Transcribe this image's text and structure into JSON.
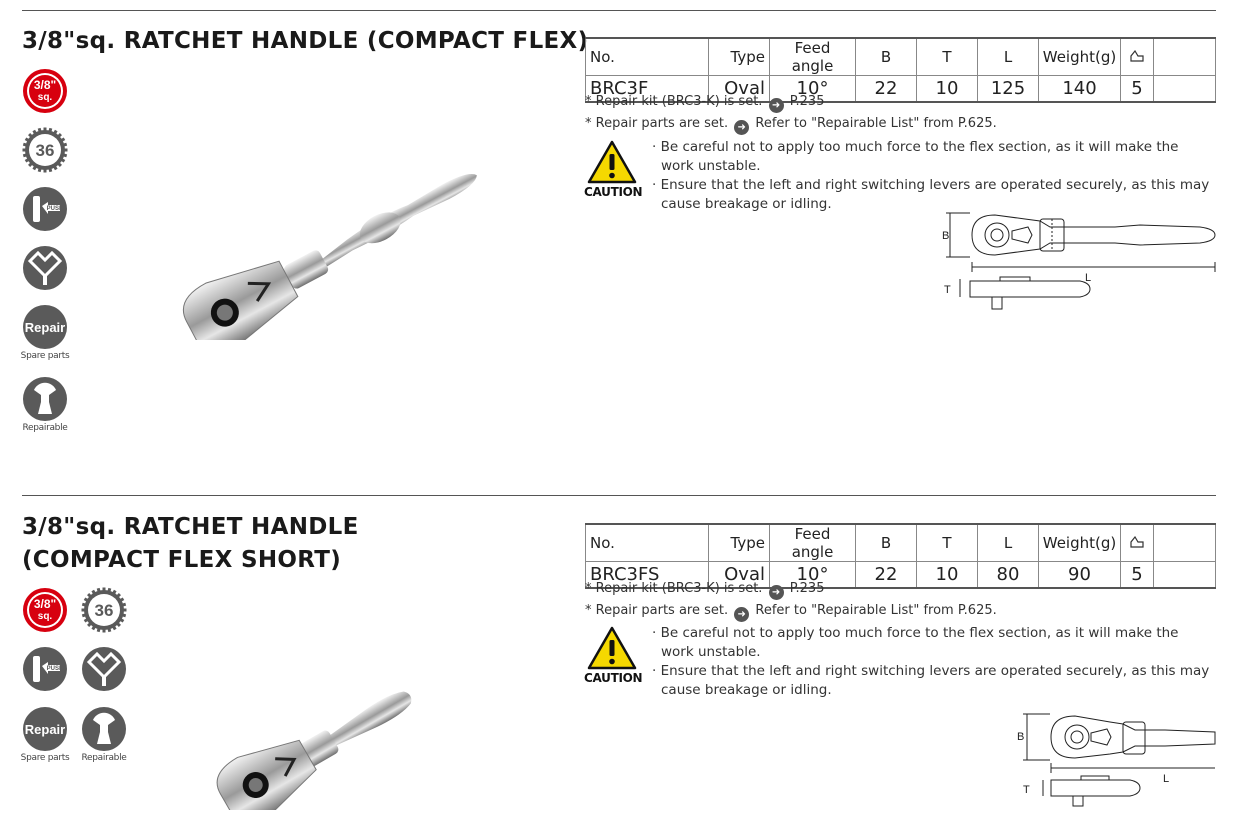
{
  "products": [
    {
      "title_lines": [
        "3/8\"sq. RATCHET HANDLE (COMPACT FLEX)"
      ],
      "table": {
        "headers": [
          "No.",
          "Type",
          "Feed angle",
          "B",
          "T",
          "L",
          "Weight(g)"
        ],
        "row": [
          "BRC3F",
          "Oval",
          "10°",
          "22",
          "10",
          "125",
          "140",
          "5"
        ]
      },
      "notes": [
        {
          "pre": "* Repair kit (BRC3-K) is set.",
          "post": "P.235"
        },
        {
          "pre": "* Repair parts are set.",
          "post": "Refer to \"Repairable List\" from P.625."
        }
      ],
      "caution_label": "CAUTION",
      "warnings": [
        "· Be careful not to apply too much force to the flex section, as it will make the work unstable.",
        "· Ensure that the left and right switching levers are operated securely, as this may cause breakage or idling."
      ],
      "icons": {
        "size_top": "3/8\"",
        "size_bottom": "sq.",
        "teeth": "36",
        "push": "PUSH",
        "repair": "Repair",
        "spare_caption": "Spare parts",
        "repairable_caption": "Repairable"
      },
      "dims": {
        "b": "B",
        "l": "L",
        "t": "T"
      }
    },
    {
      "title_lines": [
        "3/8\"sq. RATCHET HANDLE",
        "(COMPACT FLEX SHORT)"
      ],
      "table": {
        "headers": [
          "No.",
          "Type",
          "Feed angle",
          "B",
          "T",
          "L",
          "Weight(g)"
        ],
        "row": [
          "BRC3FS",
          "Oval",
          "10°",
          "22",
          "10",
          "80",
          "90",
          "5"
        ]
      },
      "notes": [
        {
          "pre": "* Repair kit (BRC3-K) is set.",
          "post": "P.235"
        },
        {
          "pre": "* Repair parts are set.",
          "post": "Refer to \"Repairable List\" from P.625."
        }
      ],
      "caution_label": "CAUTION",
      "warnings": [
        "· Be careful not to apply too much force to the flex section, as it will make the work unstable.",
        "· Ensure that the left and right switching levers are operated securely, as this may cause breakage or idling."
      ],
      "icons": {
        "size_top": "3/8\"",
        "size_bottom": "sq.",
        "teeth": "36",
        "push": "PUSH",
        "repair": "Repair",
        "spare_caption": "Spare parts",
        "repairable_caption": "Repairable"
      },
      "dims": {
        "b": "B",
        "l": "L",
        "t": "T"
      }
    }
  ],
  "colors": {
    "accent_red": "#d7000f",
    "icon_gray": "#5a5a5a",
    "rule": "#555555"
  }
}
